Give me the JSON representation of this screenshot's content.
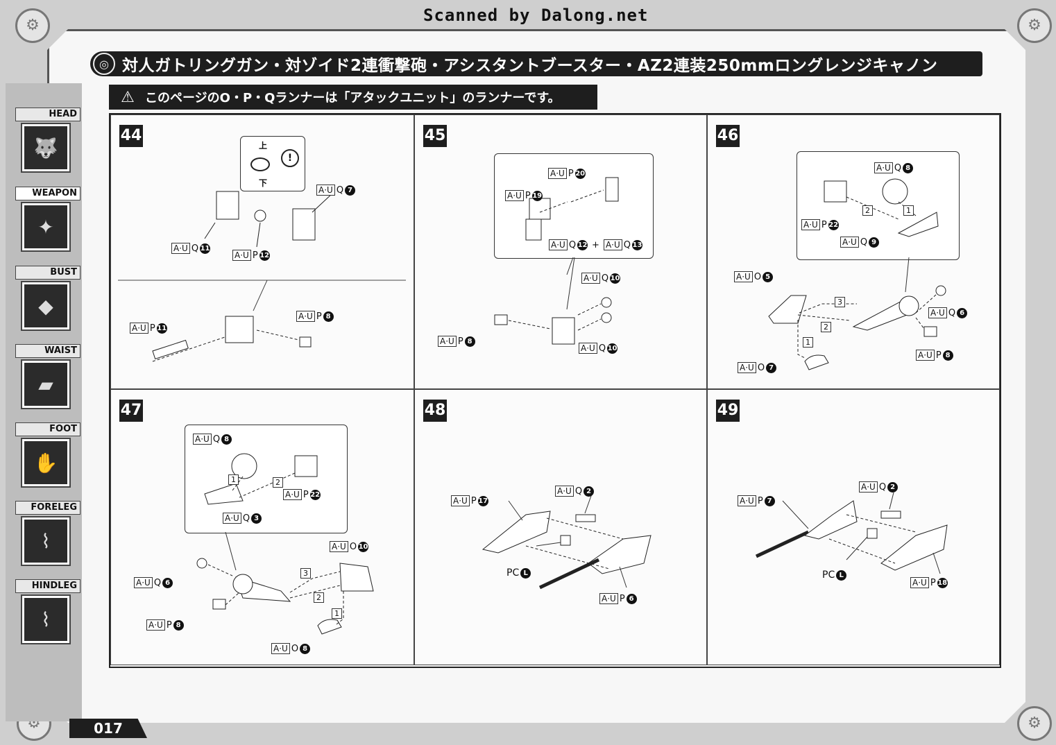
{
  "scan_credit": "Scanned by Dalong.net",
  "title": "対人ガトリングガン・対ゾイド2連衝撃砲・アシスタントブースター・AZ2連装250mmロングレンジキャノン",
  "note": "このページのO・P・Qランナーは「アタックユニット」のランナーです。",
  "page_number": "017",
  "nav": [
    {
      "label": "HEAD",
      "icon": "head-icon"
    },
    {
      "label": "WEAPON",
      "icon": "weapon-icon"
    },
    {
      "label": "BUST",
      "icon": "bust-icon"
    },
    {
      "label": "WAIST",
      "icon": "waist-icon"
    },
    {
      "label": "FOOT",
      "icon": "foot-icon"
    },
    {
      "label": "FORELEG",
      "icon": "foreleg-icon"
    },
    {
      "label": "HINDLEG",
      "icon": "hindleg-icon"
    }
  ],
  "steps": [
    {
      "number": "44",
      "labels": {
        "up": "上",
        "down": "下",
        "warn": "!",
        "p1": "A·U",
        "p1r": "Q",
        "p1n": "7",
        "p2": "A·U",
        "p2r": "Q",
        "p2n": "11",
        "p3": "A·U",
        "p3r": "P",
        "p3n": "12",
        "p4": "A·U",
        "p4r": "P",
        "p4n": "11",
        "p5": "A·U",
        "p5r": "P",
        "p5n": "8"
      }
    },
    {
      "number": "45",
      "labels": {
        "p1": "A·U",
        "p1r": "P",
        "p1n": "20",
        "p2": "A·U",
        "p2r": "P",
        "p2n": "19",
        "p3": "A·U",
        "p3r": "Q",
        "p3n": "12",
        "plus": "+",
        "p4": "A·U",
        "p4r": "Q",
        "p4n": "13",
        "p5": "A·U",
        "p5r": "Q",
        "p5n": "10",
        "p6": "A·U",
        "p6r": "P",
        "p6n": "8",
        "p7": "A·U",
        "p7r": "Q",
        "p7n": "10"
      }
    },
    {
      "number": "46",
      "labels": {
        "p1": "A·U",
        "p1r": "Q",
        "p1n": "8",
        "p2": "A·U",
        "p2r": "P",
        "p2n": "22",
        "p3": "A·U",
        "p3r": "Q",
        "p3n": "9",
        "p4": "A·U",
        "p4r": "O",
        "p4n": "5",
        "p5": "A·U",
        "p5r": "Q",
        "p5n": "6",
        "p6": "A·U",
        "p6r": "P",
        "p6n": "8",
        "p7": "A·U",
        "p7r": "O",
        "p7n": "7",
        "s1": "1",
        "s2": "2",
        "s3": "3"
      }
    },
    {
      "number": "47",
      "labels": {
        "p1": "A·U",
        "p1r": "Q",
        "p1n": "8",
        "p2": "A·U",
        "p2r": "P",
        "p2n": "22",
        "p3": "A·U",
        "p3r": "Q",
        "p3n": "3",
        "p4": "A·U",
        "p4r": "O",
        "p4n": "10",
        "p5": "A·U",
        "p5r": "Q",
        "p5n": "6",
        "p6": "A·U",
        "p6r": "P",
        "p6n": "8",
        "p7": "A·U",
        "p7r": "O",
        "p7n": "8",
        "s1": "1",
        "s2": "2",
        "s3": "3"
      }
    },
    {
      "number": "48",
      "labels": {
        "p1": "A·U",
        "p1r": "P",
        "p1n": "17",
        "p2": "A·U",
        "p2r": "Q",
        "p2n": "2",
        "p3": "PC",
        "p3n": "L",
        "p4": "A·U",
        "p4r": "P",
        "p4n": "6"
      }
    },
    {
      "number": "49",
      "labels": {
        "p1": "A·U",
        "p1r": "P",
        "p1n": "7",
        "p2": "A·U",
        "p2r": "Q",
        "p2n": "2",
        "p3": "PC",
        "p3n": "L",
        "p4": "A·U",
        "p4r": "P",
        "p4n": "18"
      }
    }
  ]
}
